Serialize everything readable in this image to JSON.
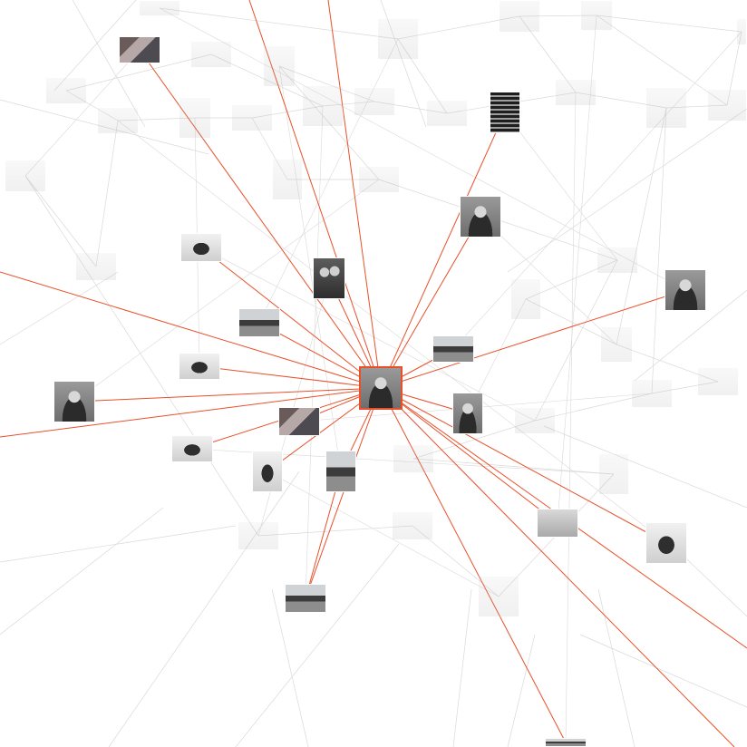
{
  "graph": {
    "accent_color": "#e8502a",
    "edge_color_dim": "#d9d9d9",
    "focus_node": {
      "id": "center",
      "image": "portrait"
    },
    "related_nodes": [
      {
        "id": "n1",
        "image": "interior"
      },
      {
        "id": "n2",
        "image": "stairs"
      },
      {
        "id": "n3",
        "image": "portrait"
      },
      {
        "id": "n4",
        "image": "chair"
      },
      {
        "id": "n5",
        "image": "group"
      },
      {
        "id": "n6",
        "image": "portrait"
      },
      {
        "id": "n7",
        "image": "building"
      },
      {
        "id": "n8",
        "image": "building"
      },
      {
        "id": "n9",
        "image": "chair"
      },
      {
        "id": "n10",
        "image": "portrait"
      },
      {
        "id": "n11",
        "image": "portrait"
      },
      {
        "id": "n12",
        "image": "interior"
      },
      {
        "id": "n13",
        "image": "chair"
      },
      {
        "id": "n14",
        "image": "chair"
      },
      {
        "id": "n15",
        "image": "building"
      },
      {
        "id": "n16",
        "image": "plain"
      },
      {
        "id": "n17",
        "image": "chair"
      },
      {
        "id": "n18",
        "image": "building"
      },
      {
        "id": "n19",
        "image": "building"
      }
    ],
    "dimmed_nodes": [
      {
        "id": "d1",
        "image": "plain"
      },
      {
        "id": "d2",
        "image": "plain"
      },
      {
        "id": "d3",
        "image": "plain"
      },
      {
        "id": "d4",
        "image": "plain"
      },
      {
        "id": "d5",
        "image": "plain"
      },
      {
        "id": "d6",
        "image": "plain"
      },
      {
        "id": "d7",
        "image": "plain"
      },
      {
        "id": "d8",
        "image": "plain"
      },
      {
        "id": "d9",
        "image": "plain"
      },
      {
        "id": "d10",
        "image": "plain"
      },
      {
        "id": "d11",
        "image": "plain"
      },
      {
        "id": "d12",
        "image": "plain"
      },
      {
        "id": "d13",
        "image": "plain"
      },
      {
        "id": "d14",
        "image": "plain"
      },
      {
        "id": "d15",
        "image": "plain"
      },
      {
        "id": "d16",
        "image": "plain"
      },
      {
        "id": "d17",
        "image": "plain"
      },
      {
        "id": "d18",
        "image": "plain"
      },
      {
        "id": "d19",
        "image": "plain"
      },
      {
        "id": "d20",
        "image": "plain"
      },
      {
        "id": "d21",
        "image": "plain"
      },
      {
        "id": "d22",
        "image": "plain"
      },
      {
        "id": "d23",
        "image": "plain"
      },
      {
        "id": "d24",
        "image": "plain"
      },
      {
        "id": "d25",
        "image": "plain"
      },
      {
        "id": "d26",
        "image": "plain"
      },
      {
        "id": "d27",
        "image": "plain"
      },
      {
        "id": "d28",
        "image": "plain"
      },
      {
        "id": "d29",
        "image": "plain"
      },
      {
        "id": "d30",
        "image": "plain"
      },
      {
        "id": "d31",
        "image": "plain"
      },
      {
        "id": "d32",
        "image": "plain"
      }
    ]
  }
}
